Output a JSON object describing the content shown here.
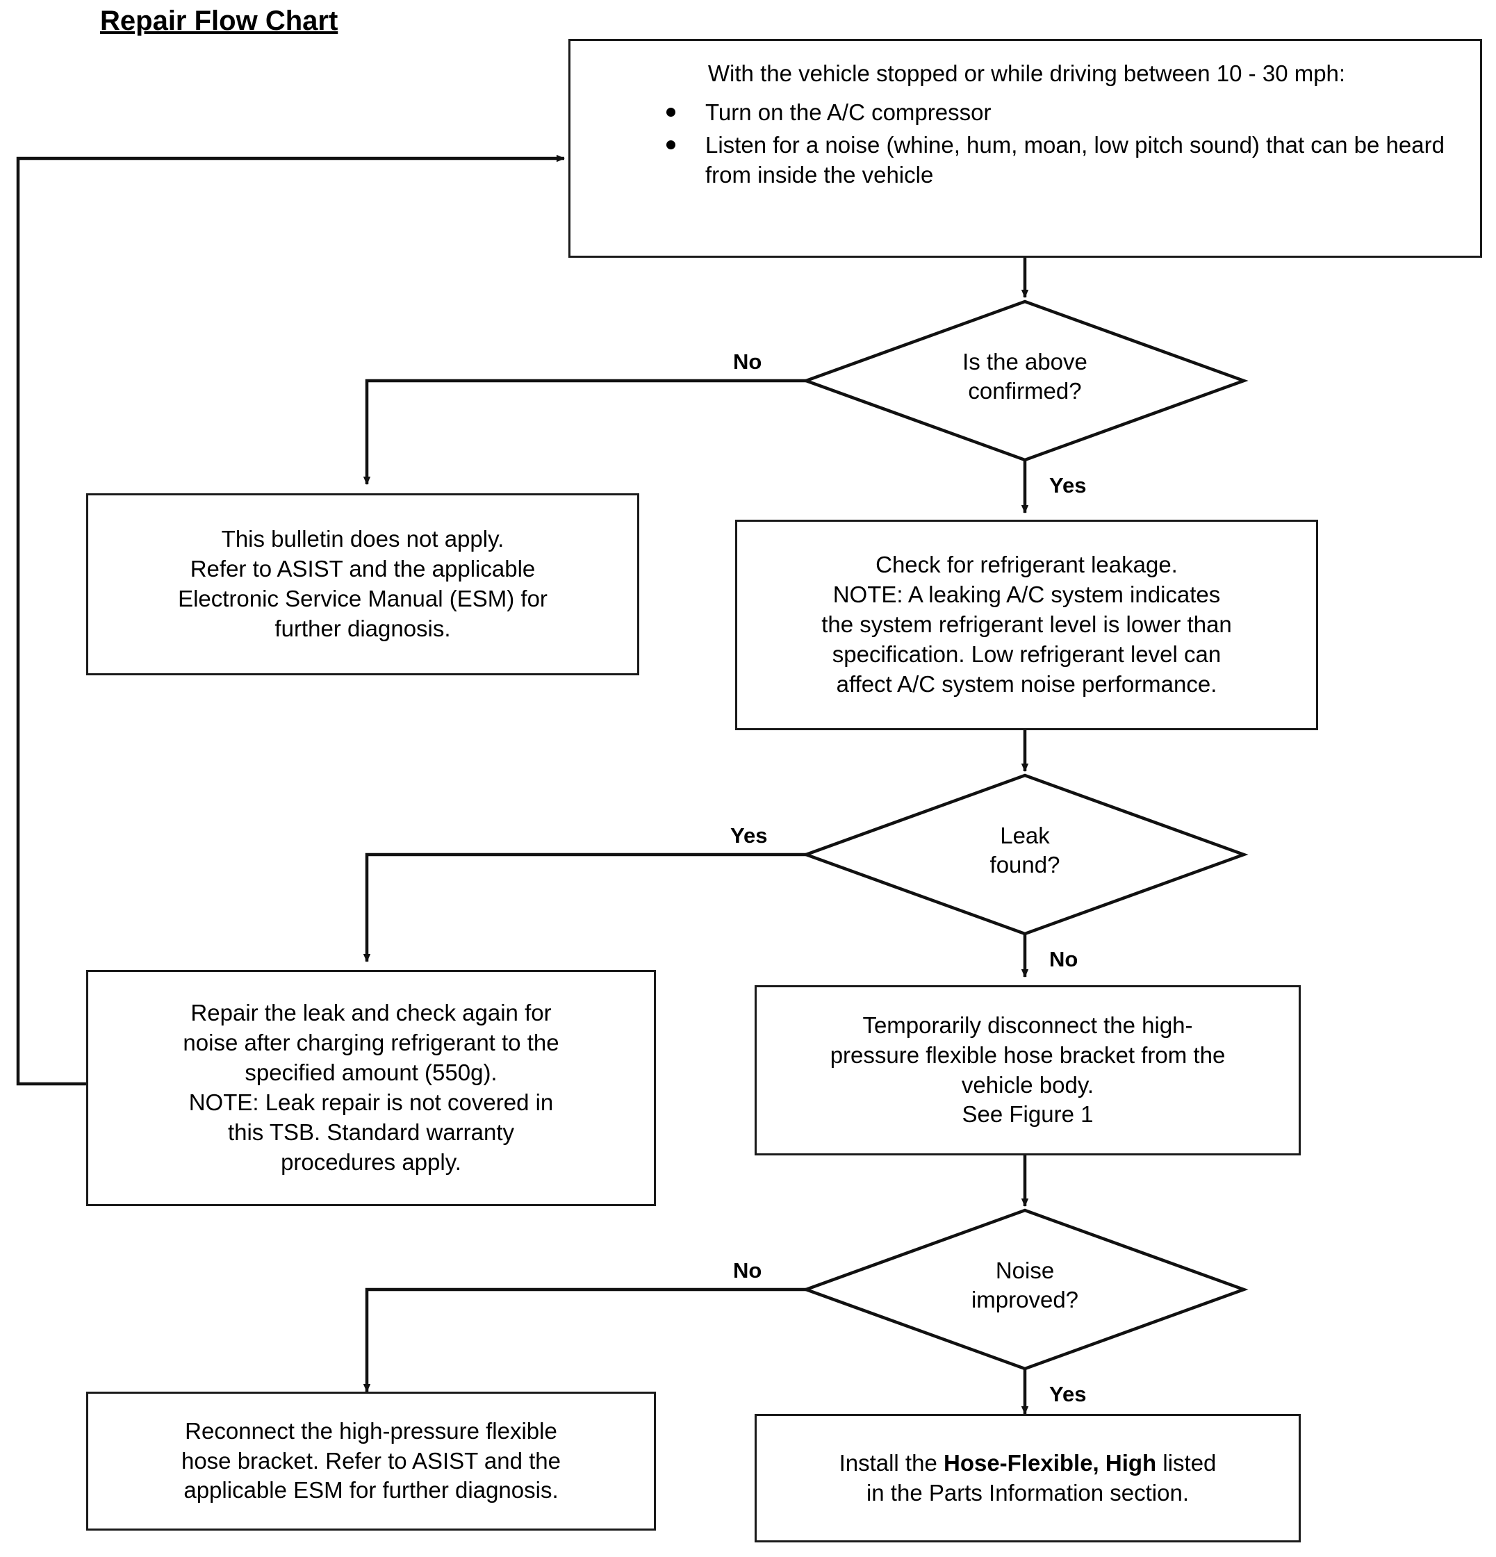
{
  "title": "Repair Flow Chart",
  "chart_data": {
    "type": "diagram",
    "diagram_kind": "flowchart",
    "title": "Repair Flow Chart",
    "orientation": "top-to-bottom with left branches",
    "nodes": [
      {
        "id": "start",
        "shape": "process",
        "lead": "With the vehicle stopped or while driving between 10 - 30 mph:",
        "bullets": [
          "Turn on the A/C compressor",
          "Listen for a noise (whine, hum, moan, low pitch sound) that can be heard from inside the vehicle"
        ]
      },
      {
        "id": "confirm-decision",
        "shape": "decision",
        "text": "Is the above\nconfirmed?"
      },
      {
        "id": "not-apply",
        "shape": "process",
        "text": "This bulletin does not apply.\nRefer to ASIST and the applicable\nElectronic Service Manual (ESM) for\nfurther diagnosis."
      },
      {
        "id": "check-leak",
        "shape": "process",
        "text": "Check for refrigerant leakage.\nNOTE: A leaking A/C system indicates\nthe system refrigerant level is lower than\nspecification. Low refrigerant level can\naffect A/C system noise performance."
      },
      {
        "id": "leak-decision",
        "shape": "decision",
        "text": "Leak\nfound?"
      },
      {
        "id": "repair-leak",
        "shape": "process",
        "text": "Repair the leak and check again for\nnoise after charging refrigerant to the\nspecified amount (550g).\nNOTE: Leak repair is not covered in\nthis TSB. Standard warranty\nprocedures apply."
      },
      {
        "id": "disconnect-bracket",
        "shape": "process",
        "text": "Temporarily disconnect the high-\npressure flexible hose bracket from the\nvehicle body.\nSee Figure 1"
      },
      {
        "id": "noise-decision",
        "shape": "decision",
        "text": "Noise\nimproved?"
      },
      {
        "id": "reconnect-bracket",
        "shape": "process",
        "text": "Reconnect the high-pressure flexible\nhose bracket. Refer to ASIST and the\napplicable ESM for further diagnosis."
      },
      {
        "id": "install-hose",
        "shape": "process",
        "text_prefix": "Install the ",
        "text_bold": "Hose-Flexible, High",
        "text_suffix": " listed\nin the Parts Information section."
      }
    ],
    "edges": [
      {
        "from": "start",
        "to": "confirm-decision",
        "label": ""
      },
      {
        "from": "confirm-decision",
        "to": "not-apply",
        "label": "No"
      },
      {
        "from": "confirm-decision",
        "to": "check-leak",
        "label": "Yes"
      },
      {
        "from": "check-leak",
        "to": "leak-decision",
        "label": ""
      },
      {
        "from": "leak-decision",
        "to": "repair-leak",
        "label": "Yes"
      },
      {
        "from": "leak-decision",
        "to": "disconnect-bracket",
        "label": "No"
      },
      {
        "from": "repair-leak",
        "to": "start",
        "label": ""
      },
      {
        "from": "disconnect-bracket",
        "to": "noise-decision",
        "label": ""
      },
      {
        "from": "noise-decision",
        "to": "reconnect-bracket",
        "label": "No"
      },
      {
        "from": "noise-decision",
        "to": "install-hose",
        "label": "Yes"
      }
    ],
    "colors": {
      "stroke": "#1a1a1a",
      "fill": "#ffffff",
      "text": "#000000"
    }
  },
  "nodes": {
    "start": {
      "lead": "With the vehicle stopped or while driving between 10 - 30 mph:",
      "bullet_1": "Turn on the A/C compressor",
      "bullet_2": "Listen for a noise (whine, hum, moan, low pitch sound) that can be heard from inside the vehicle"
    },
    "confirm_decision": {
      "text": "Is the above\nconfirmed?"
    },
    "not_apply": {
      "text": "This bulletin does not apply.\nRefer to ASIST and the applicable\nElectronic Service Manual (ESM) for\nfurther diagnosis."
    },
    "check_leak": {
      "text": "Check for refrigerant leakage.\nNOTE: A leaking A/C system indicates\nthe system refrigerant level is lower than\nspecification. Low refrigerant level can\naffect A/C system noise performance."
    },
    "leak_decision": {
      "text": "Leak\nfound?"
    },
    "repair_leak": {
      "text": "Repair the leak and check again for\nnoise after charging refrigerant to the\nspecified amount (550g).\nNOTE: Leak repair is not covered in\nthis TSB. Standard warranty\nprocedures apply."
    },
    "disconnect_bracket": {
      "text": "Temporarily disconnect the high-\npressure flexible hose bracket from the\nvehicle body.\nSee Figure 1"
    },
    "noise_decision": {
      "text": "Noise\nimproved?"
    },
    "reconnect_bracket": {
      "text": "Reconnect the high-pressure flexible\nhose bracket. Refer to ASIST and the\napplicable ESM for further diagnosis."
    },
    "install_hose": {
      "prefix": "Install the ",
      "bold": "Hose-Flexible, High",
      "suffix": " listed\nin the Parts Information section."
    }
  },
  "edge_labels": {
    "confirm_no": "No",
    "confirm_yes": "Yes",
    "leak_yes": "Yes",
    "leak_no": "No",
    "noise_no": "No",
    "noise_yes": "Yes"
  }
}
